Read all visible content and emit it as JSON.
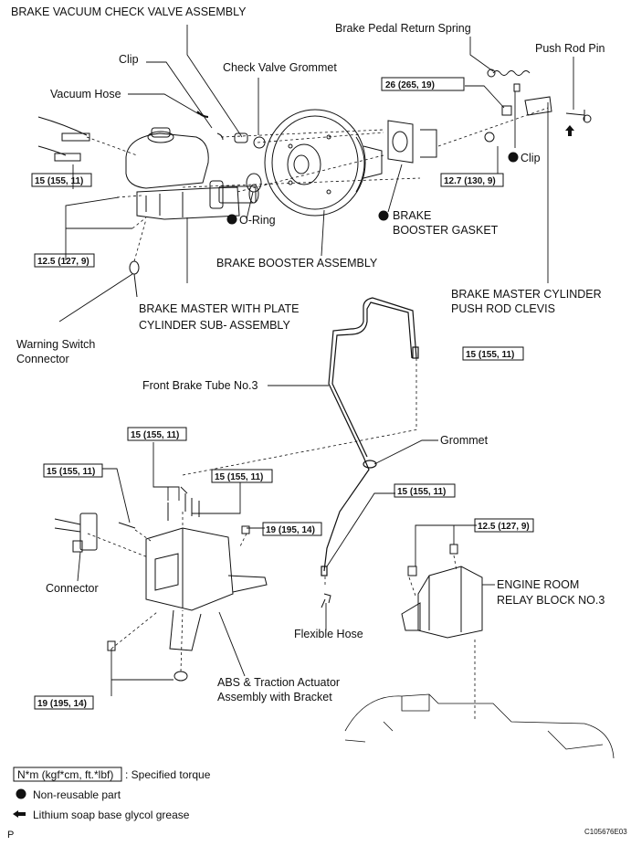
{
  "labels": {
    "vacuum_check_valve": "BRAKE VACUUM CHECK VALVE ASSEMBLY",
    "pedal_return_spring": "Brake Pedal Return Spring",
    "push_rod_pin": "Push Rod Pin",
    "clip_top": "Clip",
    "check_valve_grommet": "Check Valve Grommet",
    "vacuum_hose": "Vacuum Hose",
    "clip_right": "Clip",
    "o_ring": "O-Ring",
    "booster_gasket_1": "BRAKE",
    "booster_gasket_2": "BOOSTER GASKET",
    "booster_assembly": "BRAKE BOOSTER ASSEMBLY",
    "master_cyl_clevis_1": "BRAKE MASTER CYLINDER",
    "master_cyl_clevis_2": "PUSH ROD CLEVIS",
    "master_plate_1": "BRAKE MASTER WITH PLATE",
    "master_plate_2": "CYLINDER SUB- ASSEMBLY",
    "warning_switch_1": "Warning Switch",
    "warning_switch_2": "Connector",
    "front_brake_tube": "Front Brake Tube No.3",
    "grommet": "Grommet",
    "connector": "Connector",
    "flexible_hose": "Flexible Hose",
    "relay_block_1": "ENGINE ROOM",
    "relay_block_2": "RELAY BLOCK NO.3",
    "abs_1": "ABS & Traction Actuator",
    "abs_2": "Assembly with Bracket"
  },
  "torques": {
    "t_26": "26 (265, 19)",
    "t_15_a": "15 (155, 11)",
    "t_12_7": "12.7 (130, 9)",
    "t_12_5_a": "12.5 (127, 9)",
    "t_15_b": "15 (155, 11)",
    "t_15_c": "15 (155, 11)",
    "t_15_d": "15 (155, 11)",
    "t_15_e": "15 (155, 11)",
    "t_19_a": "19 (195, 14)",
    "t_15_f": "15 (155, 11)",
    "t_12_5_b": "12.5 (127, 9)",
    "t_19_b": "19 (195, 14)"
  },
  "legend": {
    "torque_box": "N*m (kgf*cm, ft.*lbf)",
    "torque_text": ": Specified torque",
    "nonreusable": "Non-reusable part",
    "grease": "Lithium soap base glycol grease"
  },
  "footer": {
    "left": "P",
    "code": "C105676E03"
  },
  "colors": {
    "ink": "#111111",
    "background": "#ffffff"
  }
}
